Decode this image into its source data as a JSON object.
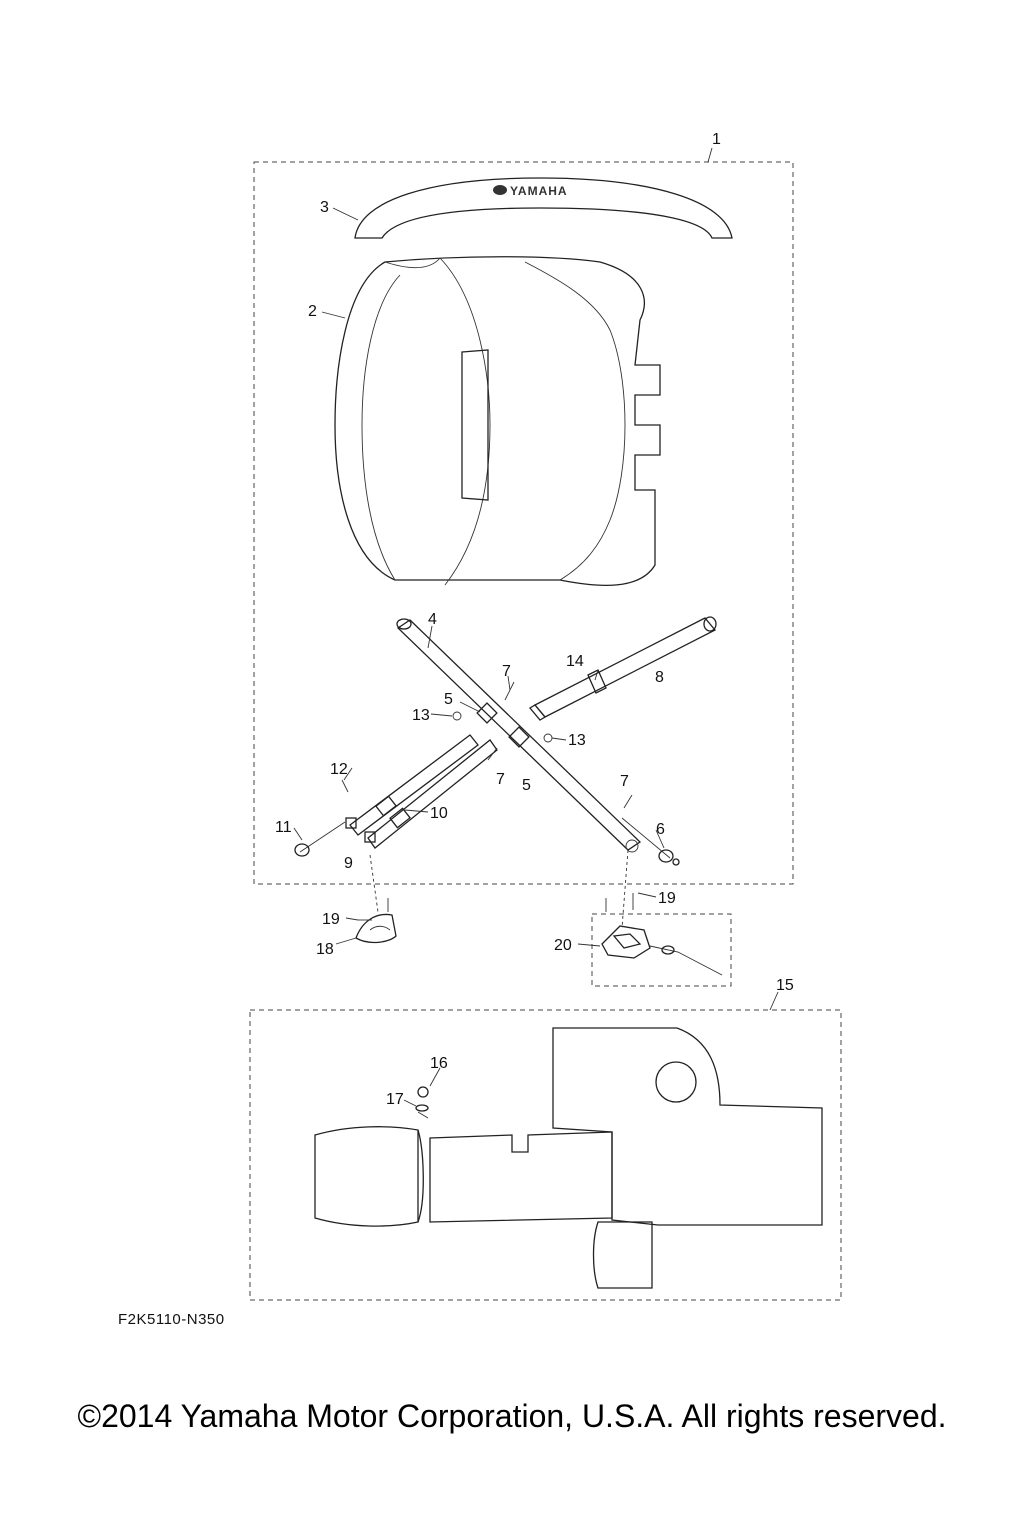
{
  "diagram": {
    "brand_mark": "YAMAHA",
    "reference_code": "F2K5110-N350",
    "callouts": [
      {
        "id": "c1",
        "text": "1"
      },
      {
        "id": "c2",
        "text": "2"
      },
      {
        "id": "c3",
        "text": "3"
      },
      {
        "id": "c4",
        "text": "4"
      },
      {
        "id": "c5a",
        "text": "5"
      },
      {
        "id": "c5b",
        "text": "5"
      },
      {
        "id": "c6",
        "text": "6"
      },
      {
        "id": "c7a",
        "text": "7"
      },
      {
        "id": "c7b",
        "text": "7"
      },
      {
        "id": "c7c",
        "text": "7"
      },
      {
        "id": "c8",
        "text": "8"
      },
      {
        "id": "c9",
        "text": "9"
      },
      {
        "id": "c10",
        "text": "10"
      },
      {
        "id": "c11",
        "text": "11"
      },
      {
        "id": "c12",
        "text": "12"
      },
      {
        "id": "c13a",
        "text": "13"
      },
      {
        "id": "c13b",
        "text": "13"
      },
      {
        "id": "c14",
        "text": "14"
      },
      {
        "id": "c15",
        "text": "15"
      },
      {
        "id": "c16",
        "text": "16"
      },
      {
        "id": "c17",
        "text": "17"
      },
      {
        "id": "c18",
        "text": "18"
      },
      {
        "id": "c19a",
        "text": "19"
      },
      {
        "id": "c19b",
        "text": "19"
      },
      {
        "id": "c20",
        "text": "20"
      }
    ]
  },
  "footer": {
    "copyright": "©2014 Yamaha Motor Corporation, U.S.A. All rights reserved."
  }
}
